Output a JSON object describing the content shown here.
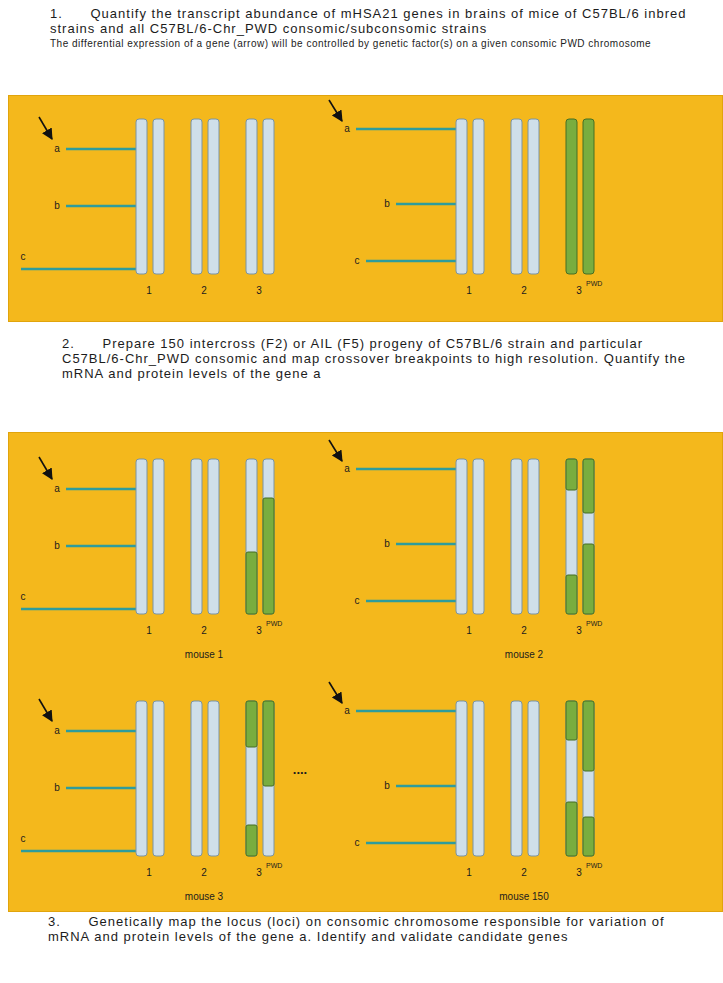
{
  "diagram": {
    "nodes": [
      {
        "text": [
          "a",
          "b",
          "c",
          "1",
          "2",
          "3",
          "a",
          "b",
          "c",
          "1",
          "2",
          "3",
          "PWD"
        ]
      },
      {
        "text": [
          "a",
          "b",
          "c",
          "1",
          "2",
          "3",
          "PWD",
          "mouse 1",
          "a",
          "b",
          "c",
          "1",
          "2",
          "3",
          "PWD",
          "mouse 2",
          "a",
          "b",
          "c",
          "1",
          "2",
          "3",
          "PWD",
          "mouse 3",
          "....",
          "a",
          "b",
          "c",
          "1",
          "2",
          "3",
          "PWD",
          "mouse 150"
        ]
      }
    ],
    "labels": [
      "1.      Quantify the transcript abundance of mHSA21 genes in brains of mice of C57BL/6 inbred strains and all C57BL/6-Chr_PWD consomic/subconsomic strains",
      "The differential expression of a gene (arrow) will be controlled by genetic factor(s) on a given consomic PWD chromosome",
      "2.      Prepare 150 intercross (F2) or AIL (F5) progeny of C57BL/6 strain and particular C57BL/6-Chr_PWD consomic and map crossover breakpoints to high resolution. Quantify the mRNA and protein levels of the gene a",
      "3.      Genetically map the locus (loci) on consomic chromosome responsible for variation of mRNA and protein levels of the gene a. Identify and validate candidate genes"
    ]
  }
}
